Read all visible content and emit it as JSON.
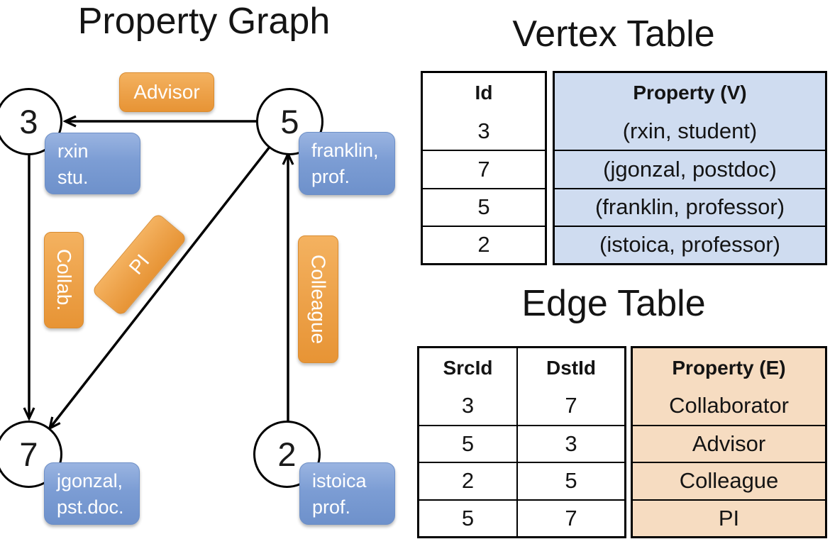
{
  "graph": {
    "title": "Property Graph",
    "nodes": [
      {
        "id": "3",
        "prop_line1": "rxin",
        "prop_line2": "stu."
      },
      {
        "id": "5",
        "prop_line1": "franklin,",
        "prop_line2": "prof."
      },
      {
        "id": "7",
        "prop_line1": "jgonzal,",
        "prop_line2": "pst.doc."
      },
      {
        "id": "2",
        "prop_line1": "istoica",
        "prop_line2": "prof."
      }
    ],
    "edge_labels": {
      "advisor": "Advisor",
      "collab": "Collab.",
      "pi": "PI",
      "colleague": "Colleague"
    }
  },
  "vertex_table": {
    "title": "Vertex Table",
    "columns": {
      "id": "Id",
      "property": "Property (V)"
    },
    "rows": [
      {
        "id": "3",
        "property": "(rxin, student)"
      },
      {
        "id": "7",
        "property": "(jgonzal, postdoc)"
      },
      {
        "id": "5",
        "property": "(franklin, professor)"
      },
      {
        "id": "2",
        "property": "(istoica, professor)"
      }
    ]
  },
  "edge_table": {
    "title": "Edge Table",
    "columns": {
      "src": "SrcId",
      "dst": "DstId",
      "property": "Property (E)"
    },
    "rows": [
      {
        "src": "3",
        "dst": "7",
        "property": "Collaborator"
      },
      {
        "src": "5",
        "dst": "3",
        "property": "Advisor"
      },
      {
        "src": "2",
        "dst": "5",
        "property": "Colleague"
      },
      {
        "src": "5",
        "dst": "7",
        "property": "PI"
      }
    ]
  },
  "colors": {
    "edge_label_orange": "#eda24a",
    "vertex_label_blue": "#7c9dd4",
    "vertex_table_fill": "#cfdcf0",
    "edge_table_fill": "#f6dcc1",
    "line_black": "#000000",
    "label_text": "#ffffff"
  }
}
